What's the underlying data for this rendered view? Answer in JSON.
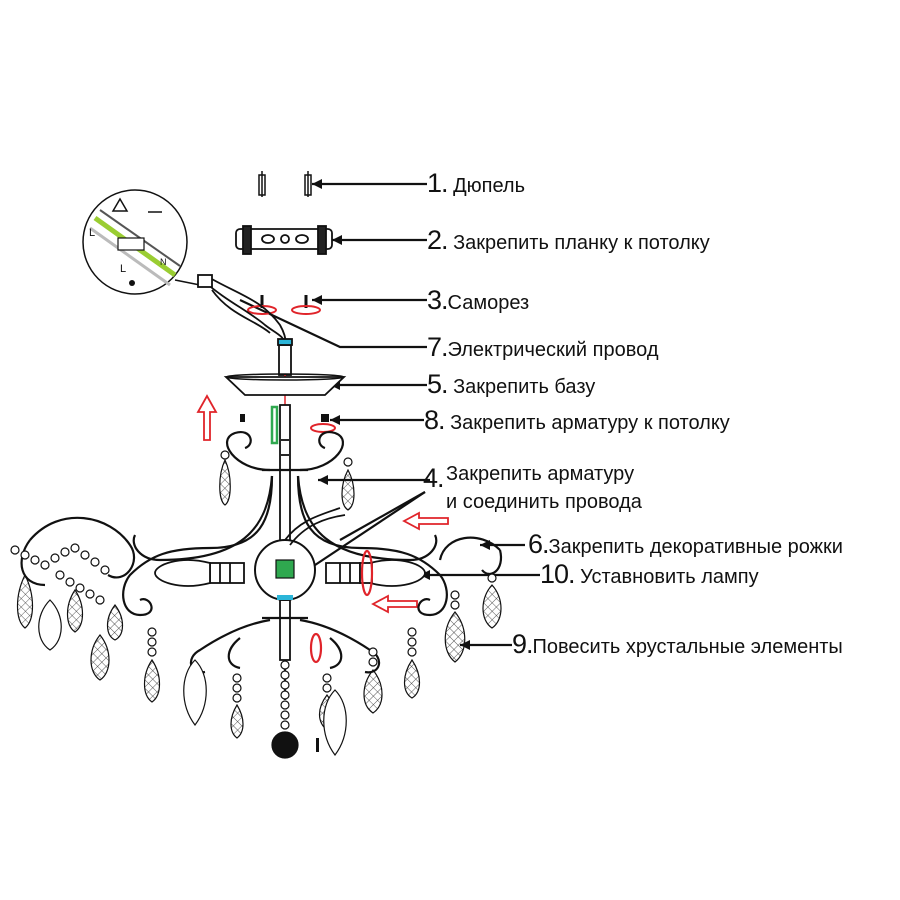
{
  "callouts": [
    {
      "id": "c1",
      "num": "1.",
      "text": "Дюпель"
    },
    {
      "id": "c2",
      "num": "2.",
      "text": "Закрепить планку к потолку"
    },
    {
      "id": "c3",
      "num": "3.",
      "text": "Саморез"
    },
    {
      "id": "c7",
      "num": "7.",
      "text": "Электрический провод"
    },
    {
      "id": "c5",
      "num": "5.",
      "text": "Закрепить базу"
    },
    {
      "id": "c8",
      "num": "8.",
      "text": "Закрепить арматуру к потолку"
    },
    {
      "id": "c4",
      "num": "4.",
      "text": "Закрепить арматуру",
      "text2": "и соединить провода"
    },
    {
      "id": "c6",
      "num": "6.",
      "text": "Закрепить декоративные рожки"
    },
    {
      "id": "c10",
      "num": "10.",
      "text": "Уставновить лампу"
    },
    {
      "id": "c9",
      "num": "9.",
      "text": "Повесить хрустальные элементы"
    }
  ],
  "inset": {
    "letters": [
      "L",
      "L",
      "N"
    ]
  },
  "colors": {
    "line": "#111111",
    "red": "#e0242a",
    "green": "#2fa84f",
    "cyan": "#2bb5d8",
    "background": "#ffffff"
  }
}
